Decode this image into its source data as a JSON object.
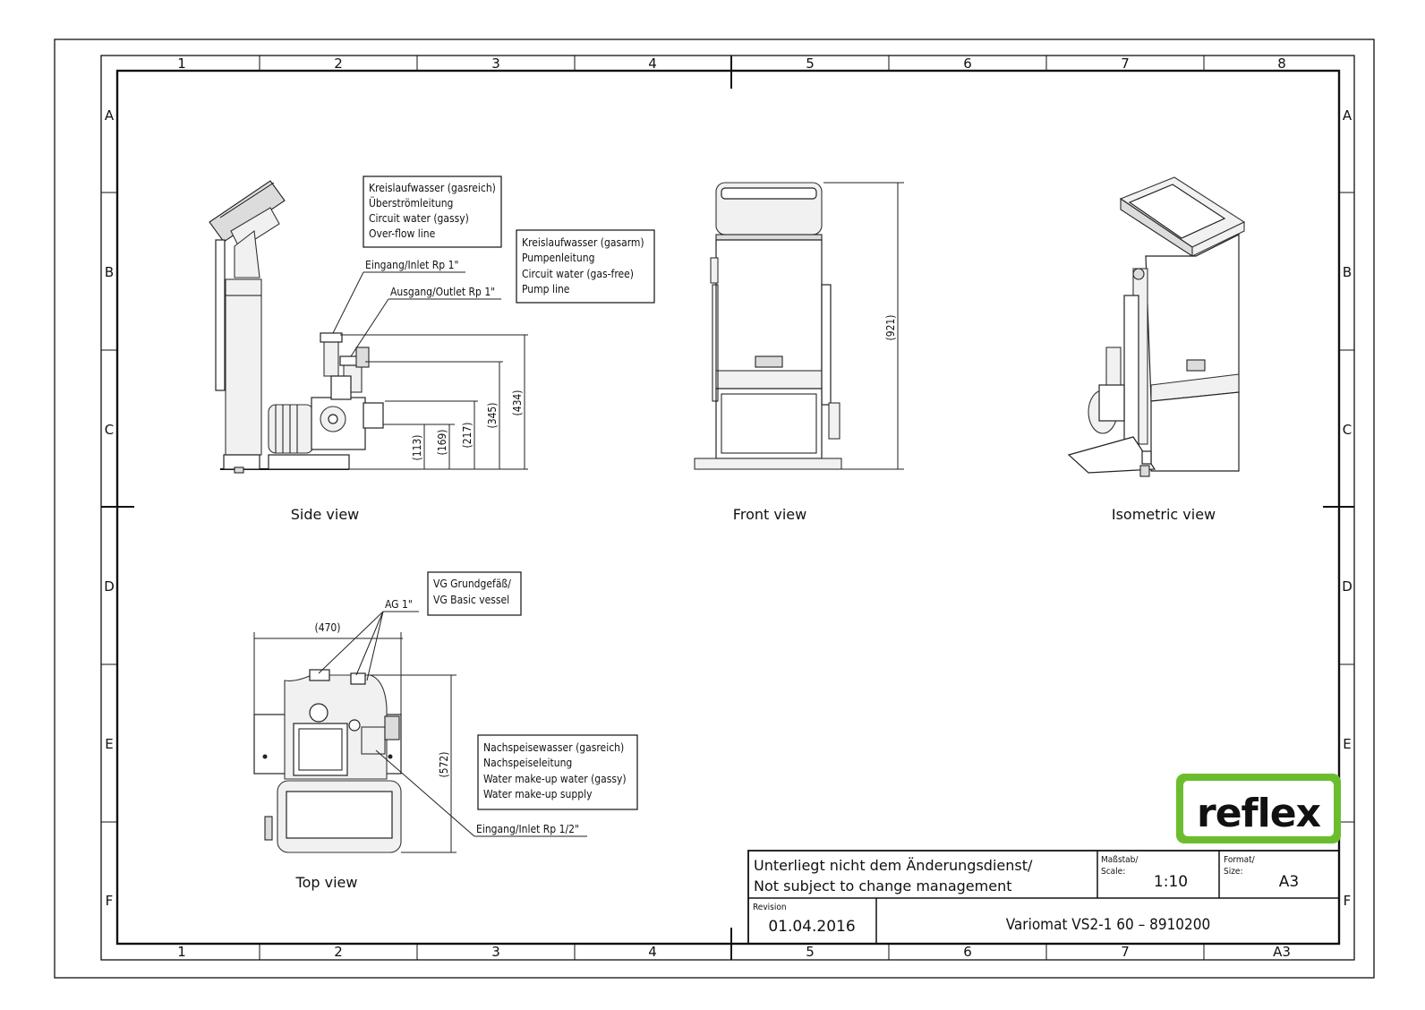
{
  "grid": {
    "columns": [
      "1",
      "2",
      "3",
      "4",
      "5",
      "6",
      "7",
      "8"
    ],
    "columns_bottom": [
      "1",
      "2",
      "3",
      "4",
      "5",
      "6",
      "7",
      "A3"
    ],
    "rows": [
      "A",
      "B",
      "C",
      "D",
      "E",
      "F"
    ]
  },
  "views": {
    "side": "Side view",
    "front": "Front view",
    "iso": "Isometric view",
    "top": "Top view"
  },
  "side_annotations": {
    "box1": [
      "Kreislaufwasser (gasreich)",
      "Überströmleitung",
      "Circuit water (gassy)",
      "Over-flow line"
    ],
    "box2": [
      "Kreislaufwasser (gasarm)",
      "Pumpenleitung",
      "Circuit water (gas-free)",
      "Pump line"
    ],
    "inlet": "Eingang/Inlet Rp 1\"",
    "outlet": "Ausgang/Outlet Rp 1\"",
    "dims": [
      "(113)",
      "(169)",
      "(217)",
      "(345)",
      "(434)"
    ]
  },
  "front_annotations": {
    "dim_height": "(921)"
  },
  "top_annotations": {
    "box_vessel": [
      "VG Grundgefäß/",
      "VG Basic vessel"
    ],
    "ag": "AG 1\"",
    "dim_width": "(470)",
    "dim_depth": "(572)",
    "box_makeup": [
      "Nachspeisewasser (gasreich)",
      "Nachspeiseleitung",
      "Water make-up water (gassy)",
      "Water make-up supply"
    ],
    "inlet_half": "Eingang/Inlet Rp 1/2\""
  },
  "title_block": {
    "notice_line1": "Unterliegt nicht dem Änderungsdienst/",
    "notice_line2": "Not subject to change management",
    "scale_label_1": "Maßstab/",
    "scale_label_2": "Scale:",
    "scale_value": "1:10",
    "format_label_1": "Format/",
    "format_label_2": "Size:",
    "format_value": "A3",
    "revision_label": "Revision",
    "revision_date": "01.04.2016",
    "drawing_title": "Variomat VS2-1 60 – 8910200"
  },
  "logo": {
    "text": "reflex",
    "color": "#6cbd2e"
  },
  "unit_label": "reflex"
}
